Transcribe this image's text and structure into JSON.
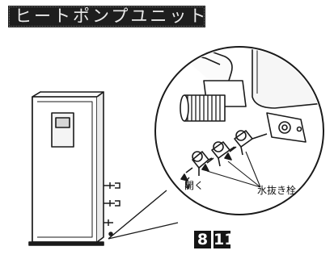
{
  "title": "ヒートポンプユニット",
  "labels": {
    "open": "開く",
    "drain_valve": "水抜き栓"
  },
  "steps": [
    "8",
    "11"
  ],
  "icons": [
    "heat-pump-unit-icon",
    "drain-valve-icon",
    "pipe-fitting-icon"
  ]
}
